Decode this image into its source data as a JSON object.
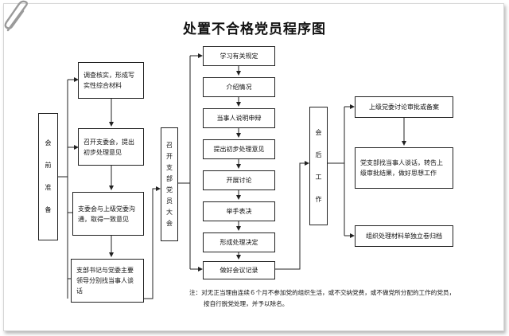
{
  "title": "处置不合格党员程序图",
  "col1": {
    "label_chars": [
      "会",
      "前",
      "准",
      "备"
    ],
    "boxes": [
      "调查核实，形成写实性综合材料",
      "召开支委会，提出初步处理意见",
      "支委会与上级党委沟通，取得一致意见",
      "支部书记与党委主要领导分别找当事人谈话"
    ]
  },
  "col2": {
    "label_chars": [
      "召",
      "开",
      "支",
      "部",
      "党",
      "员",
      "大",
      "会"
    ]
  },
  "col3": {
    "steps": [
      "学习有关规定",
      "介绍情况",
      "当事人说明申辩",
      "提出初步处理意见",
      "开展讨论",
      "举手表决",
      "形成处理决定",
      "做好会议记录"
    ]
  },
  "col4": {
    "label_chars": [
      "会",
      "后",
      "工",
      "作"
    ]
  },
  "col5": {
    "boxes": [
      "上级党委讨论审批或备案",
      "党支部找当事人谈话，转告上级审批结果，做好思想工作",
      "组织处理材料单独立卷归档"
    ]
  },
  "note": {
    "line1": "注：对无正当理由连续６个月不参加党的组织生活，或不交纳党费，或不做党所分配的工作的党员，",
    "line2": "按自行脱党处理，并予以除名。"
  }
}
